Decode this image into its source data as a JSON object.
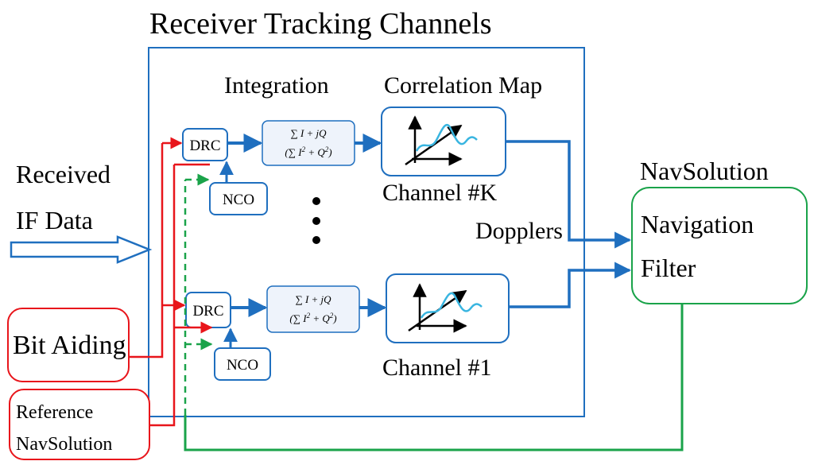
{
  "title": "Receiver Tracking Channels",
  "labels": {
    "integration": "Integration",
    "correlation_map": "Correlation Map",
    "received_line1": "Received",
    "received_line2": "IF Data",
    "nav_solution": "NavSolution",
    "dopplers": "Dopplers",
    "channel_k": "Channel #K",
    "channel_1": "Channel #1"
  },
  "channel_top": {
    "drc": "DRC",
    "nco": "NCO",
    "integ_num": "∑ I + jQ",
    "integ_num_sub_i": "i",
    "integ_num_sub_q": "i",
    "integ_den_open": "(∑ I",
    "integ_den_plus": " + Q",
    "integ_den_close": ")",
    "integ_sup": "2",
    "integ_sub": "i"
  },
  "channel_bottom": {
    "drc": "DRC",
    "nco": "NCO",
    "integ_num": "∑ I + jQ",
    "integ_num_sub_i": "i",
    "integ_num_sub_q": "i",
    "integ_den_open": "(∑ I",
    "integ_den_plus": " + Q",
    "integ_den_close": ")",
    "integ_sup": "2",
    "integ_sub": "i"
  },
  "navigation_filter": {
    "line1": "Navigation",
    "line2": "Filter"
  },
  "bit_aiding": "Bit Aiding",
  "reference": {
    "line1": "Reference",
    "line2": "NavSolution"
  },
  "colors": {
    "blue": "#1f6fbf",
    "red": "#e8151b",
    "green": "#1aa34a",
    "wave": "#39b5e0"
  }
}
